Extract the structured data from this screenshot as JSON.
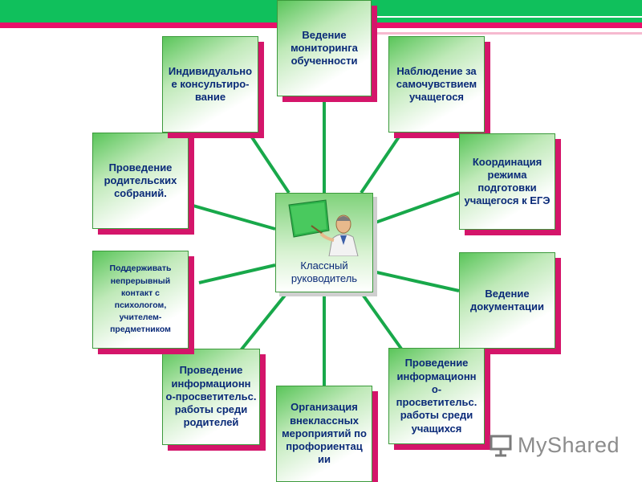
{
  "center": {
    "label": "Классный руководитель"
  },
  "boxes": {
    "monitoring": "Ведение мониторинга обученности",
    "wellbeing": "Наблюдение за самочувствием учащегося",
    "coordination": "Координация режима подготовки учащегося к ЕГЭ",
    "documentation": "Ведение документации",
    "student_education": "Проведение информационн о-просветительс. работы среди учащихся",
    "career_events": "Организация внеклассных мероприятий по профориентац ии",
    "parent_education": "Проведение информационн о-просветительс. работы среди родителей",
    "psychologist_contact": "Поддерживать непрерывный контакт с психологом, учителем-предметником",
    "parent_meetings": "Проведение родительских собраний.",
    "individual_consulting": "Индивидуально е консультиро-вание"
  },
  "logo": {
    "text": "MyShared"
  },
  "colors": {
    "green_band": "#10c05c",
    "pink_band": "#e8106a",
    "box_shadow": "#d4156a",
    "text": "#0a2a78",
    "spoke": "#18a84a"
  }
}
